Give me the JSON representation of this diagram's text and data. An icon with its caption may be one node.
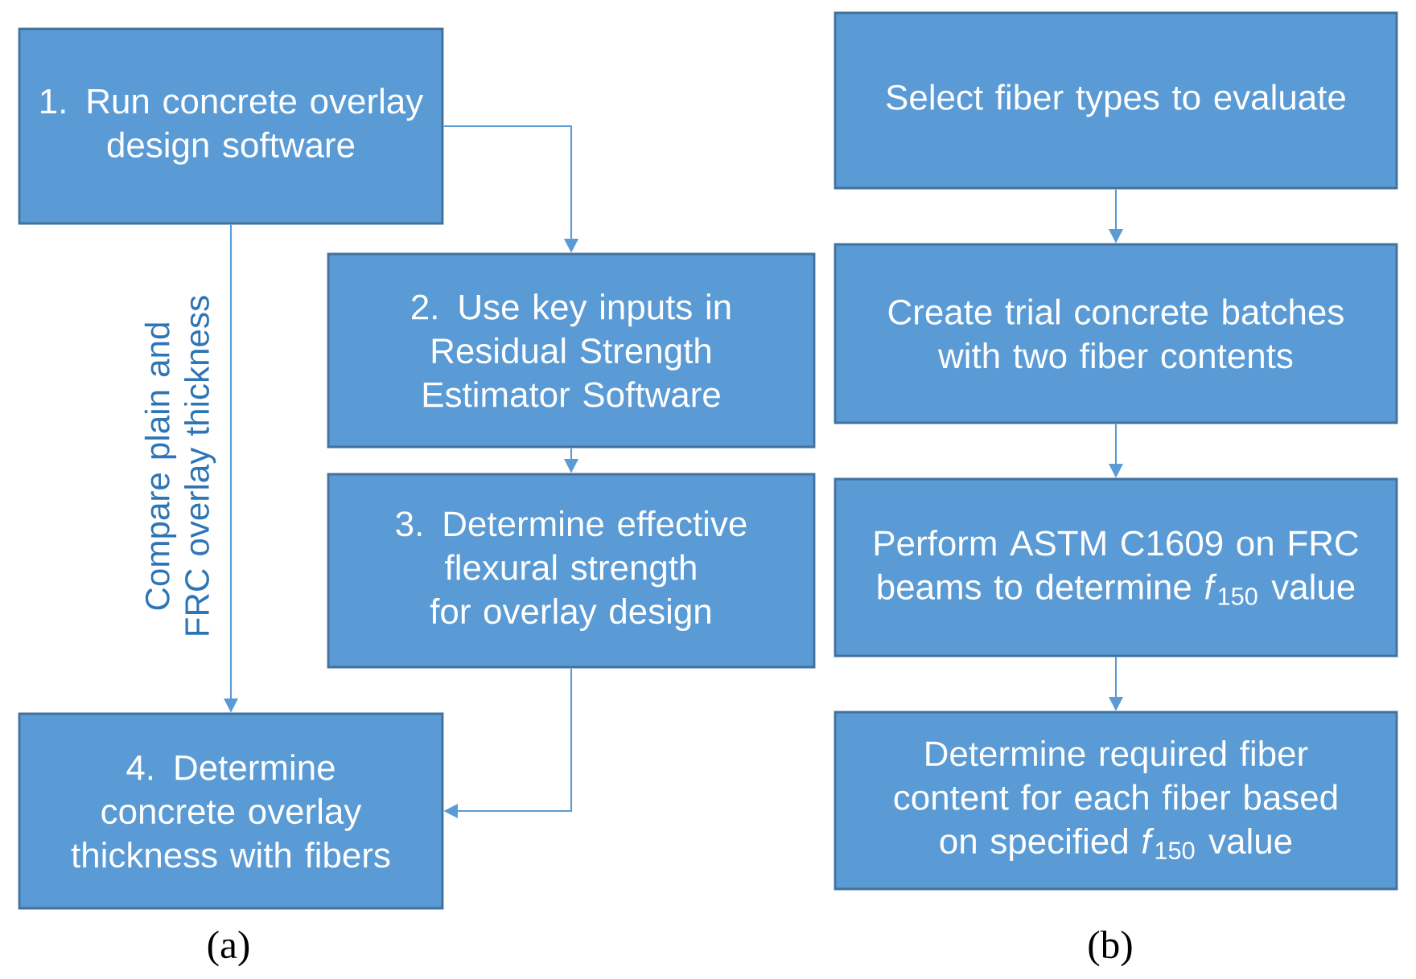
{
  "diagram": {
    "nodes": [
      {
        "text": [
          "1. Run concrete overlay design software"
        ]
      },
      {
        "text": [
          "2. Use key inputs in Residual Strength Estimator Software"
        ]
      },
      {
        "text": [
          "3. Determine effective flexural strength for overlay design"
        ]
      },
      {
        "text": [
          "4. Determine concrete overlay thickness with fibers"
        ]
      },
      {
        "text": [
          "Select fiber types to evaluate"
        ]
      },
      {
        "text": [
          "Create trial concrete batches with two fiber contents"
        ]
      },
      {
        "text": [
          "Perform ASTM C1609 on FRC beams to determine *f*$_{150}$ value"
        ]
      },
      {
        "text": [
          "Determine required fiber content for each fiber based on specified *f*$_{150}$ value"
        ]
      }
    ],
    "edges": [
      {
        "from": 0,
        "to": 1,
        "arrow": "to"
      },
      {
        "from": 1,
        "to": 2,
        "arrow": "to"
      },
      {
        "from": 0,
        "to": 3,
        "arrow": "to",
        "label": "Compare plain and FRC overlay thickness"
      },
      {
        "from": 2,
        "to": 3,
        "arrow": "to"
      },
      {
        "from": 4,
        "to": 5,
        "arrow": "to"
      },
      {
        "from": 5,
        "to": 6,
        "arrow": "to"
      },
      {
        "from": 6,
        "to": 7,
        "arrow": "to"
      }
    ],
    "labels": [
      "(a)",
      "(b)"
    ]
  }
}
